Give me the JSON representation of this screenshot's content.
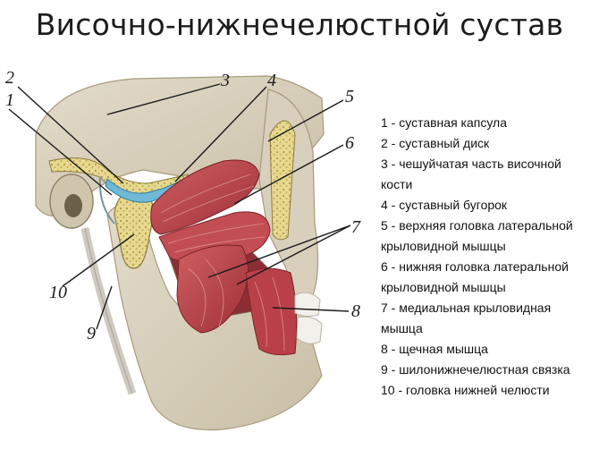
{
  "title": "Височно-нижнечелюстной сустав",
  "legend": [
    "1 - суставная капсула",
    "2 - суставный диск",
    "3 - чешуйчатая часть височной кости",
    "4 - суставный бугорок",
    "5 - верхняя головка латеральной крыловидной мышцы",
    "6 - нижняя головка латеральной крыловидной мышцы",
    "7 - медиальная крыловидная мышца",
    "8 - щечная мышца",
    "9 - шилонижнечелюстная связка",
    "10 - головка нижней челюсти"
  ],
  "callouts": [
    "1",
    "2",
    "3",
    "4",
    "5",
    "6",
    "7",
    "8",
    "9",
    "10"
  ],
  "colors": {
    "bone": "#dcd4c1",
    "bone_dark": "#b9ad94",
    "bone_cut": "#e9dc9c",
    "disc": "#6fb9d6",
    "muscle": "#b5434a",
    "muscle_light": "#d9777a",
    "teeth": "#f2f0ea"
  }
}
